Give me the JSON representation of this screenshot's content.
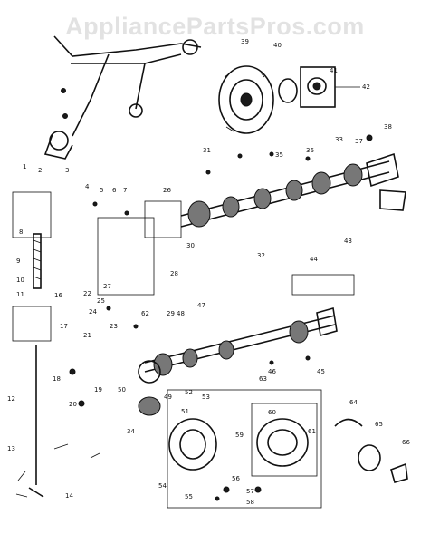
{
  "watermark": "AppliancePartsPros.com",
  "labels": [
    "1",
    "2",
    "3",
    "4",
    "5",
    "6",
    "7",
    "8",
    "9",
    "10",
    "11",
    "12",
    "13",
    "14",
    "16",
    "17",
    "18",
    "19",
    "20",
    "21",
    "22",
    "23",
    "24",
    "25",
    "26",
    "27",
    "28",
    "29",
    "30",
    "31",
    "32",
    "33",
    "34",
    "35",
    "36",
    "37",
    "38",
    "39",
    "40",
    "41",
    "42",
    "43",
    "44",
    "45",
    "46",
    "47",
    "48",
    "49",
    "50",
    "51",
    "52",
    "53",
    "54",
    "55",
    "56",
    "57",
    "58",
    "59",
    "60",
    "61",
    "62",
    "63",
    "64",
    "65",
    "66"
  ]
}
